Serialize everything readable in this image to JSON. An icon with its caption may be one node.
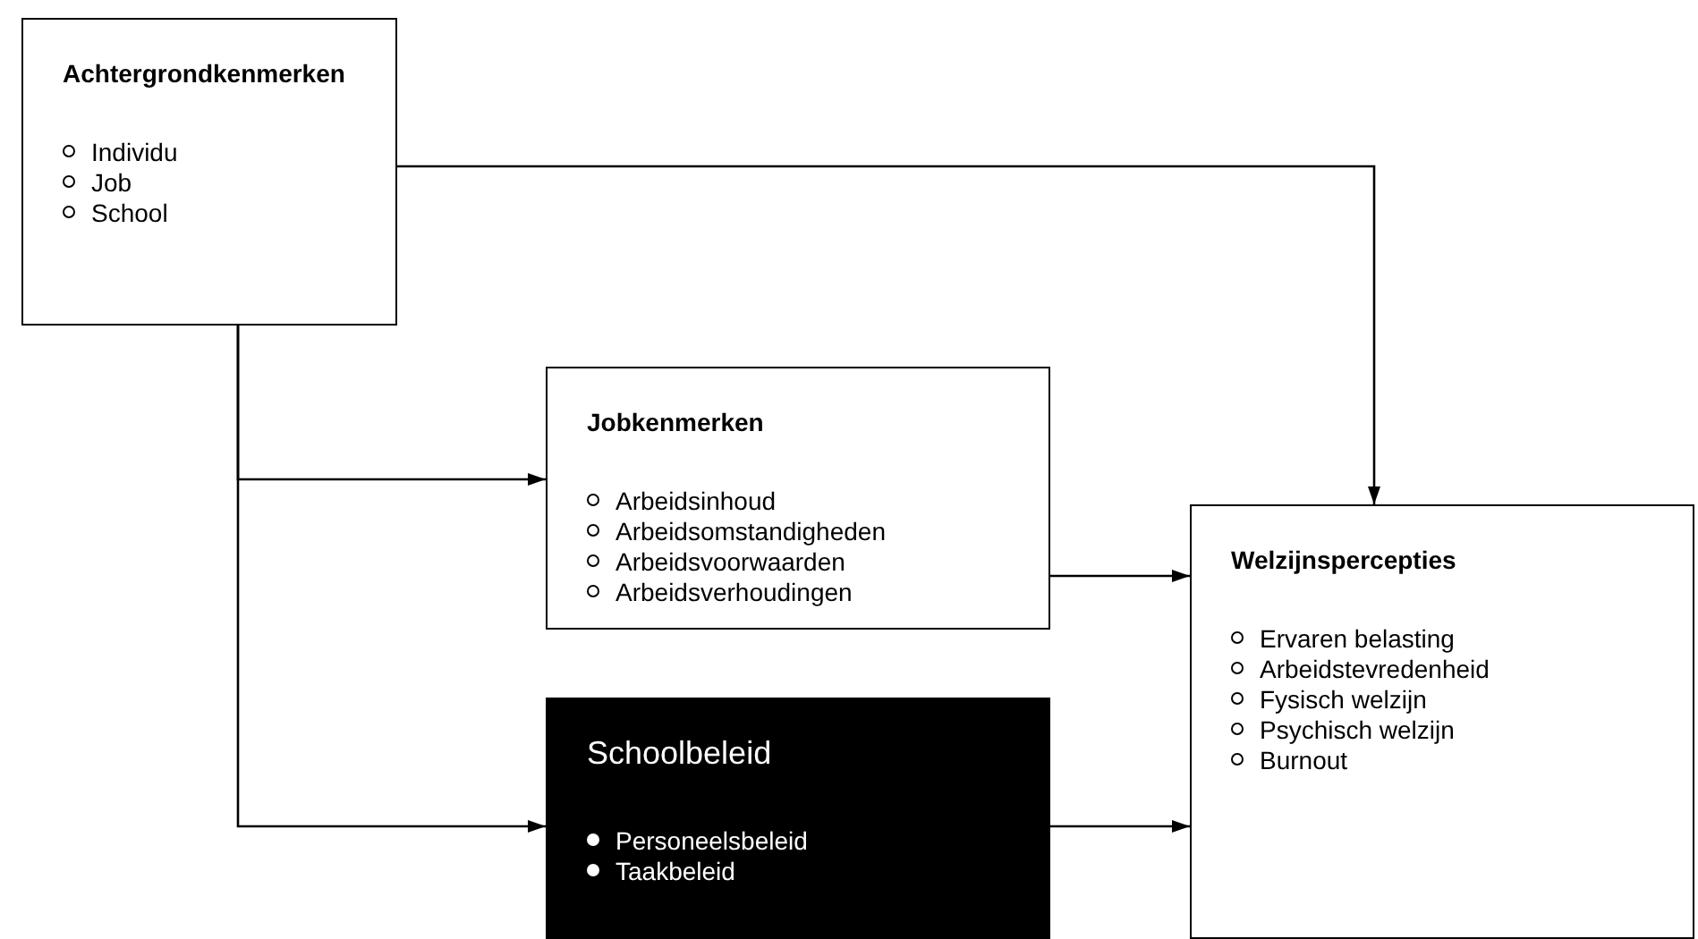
{
  "diagram": {
    "nodes": [
      {
        "text": [
          "Achtergrondkenmerken",
          "Individu",
          "Job",
          "School"
        ]
      },
      {
        "text": [
          "Jobkenmerken",
          "Arbeidsinhoud",
          "Arbeidsomstandigheden",
          "Arbeidsvoorwaarden",
          "Arbeidsverhoudingen"
        ]
      },
      {
        "text": [
          "Schoolbeleid",
          "Personeelsbeleid",
          "Taakbeleid"
        ]
      },
      {
        "text": [
          "Welzijnspercepties",
          "Ervaren belasting",
          "Arbeidstevredenheid",
          "Fysisch welzijn",
          "Psychisch welzijn",
          "Burnout"
        ]
      }
    ],
    "edges": [
      {
        "from": 0,
        "to": 3,
        "arrow": "to"
      },
      {
        "from": 0,
        "to": 1,
        "arrow": "to"
      },
      {
        "from": 0,
        "to": 2,
        "arrow": "to"
      },
      {
        "from": 1,
        "to": 3,
        "arrow": "to"
      },
      {
        "from": 2,
        "to": 3,
        "arrow": "to"
      }
    ]
  }
}
